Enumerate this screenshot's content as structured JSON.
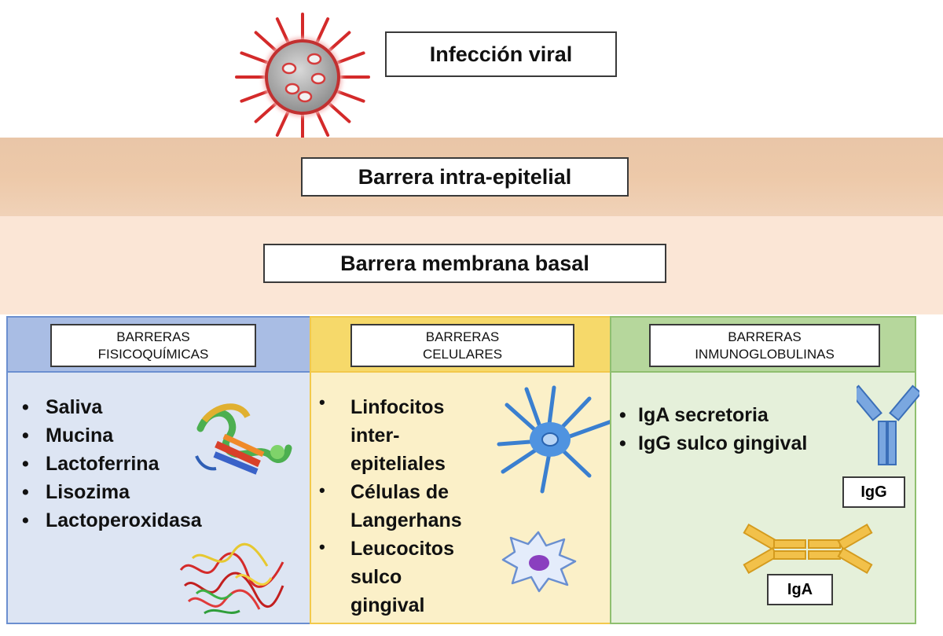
{
  "title": "Infección viral",
  "layers": {
    "intra": "Barrera intra-epitelial",
    "basal": "Barrera membrana basal"
  },
  "panels": [
    {
      "heading_line1": "BARRERAS",
      "heading_line2": "FISICOQUÍMICAS",
      "items": [
        "Saliva",
        "Mucina",
        "Lactoferrina",
        "Lisozima",
        "Lactoperoxidasa"
      ],
      "color": "#6b8fd0"
    },
    {
      "heading_line1": "BARRERAS",
      "heading_line2": "CELULARES",
      "items": [
        "Linfocitos",
        "inter-",
        "epiteliales",
        "Células de",
        "Langerhans",
        "Leucocitos",
        "sulco",
        "gingival"
      ],
      "color": "#f2c94c"
    },
    {
      "heading_line1": "BARRERAS",
      "heading_line2": "INMUNOGLOBULINAS",
      "items": [
        "IgA secretoria",
        "IgG sulco gingival"
      ],
      "color": "#8fbf6f"
    }
  ],
  "antibody_labels": {
    "igg": "IgG",
    "iga": "IgA"
  },
  "icons": [
    "virus-icon",
    "protein-structure-icon",
    "dendritic-cell-icon",
    "leukocyte-icon",
    "igg-antibody-icon",
    "iga-dimer-icon"
  ]
}
